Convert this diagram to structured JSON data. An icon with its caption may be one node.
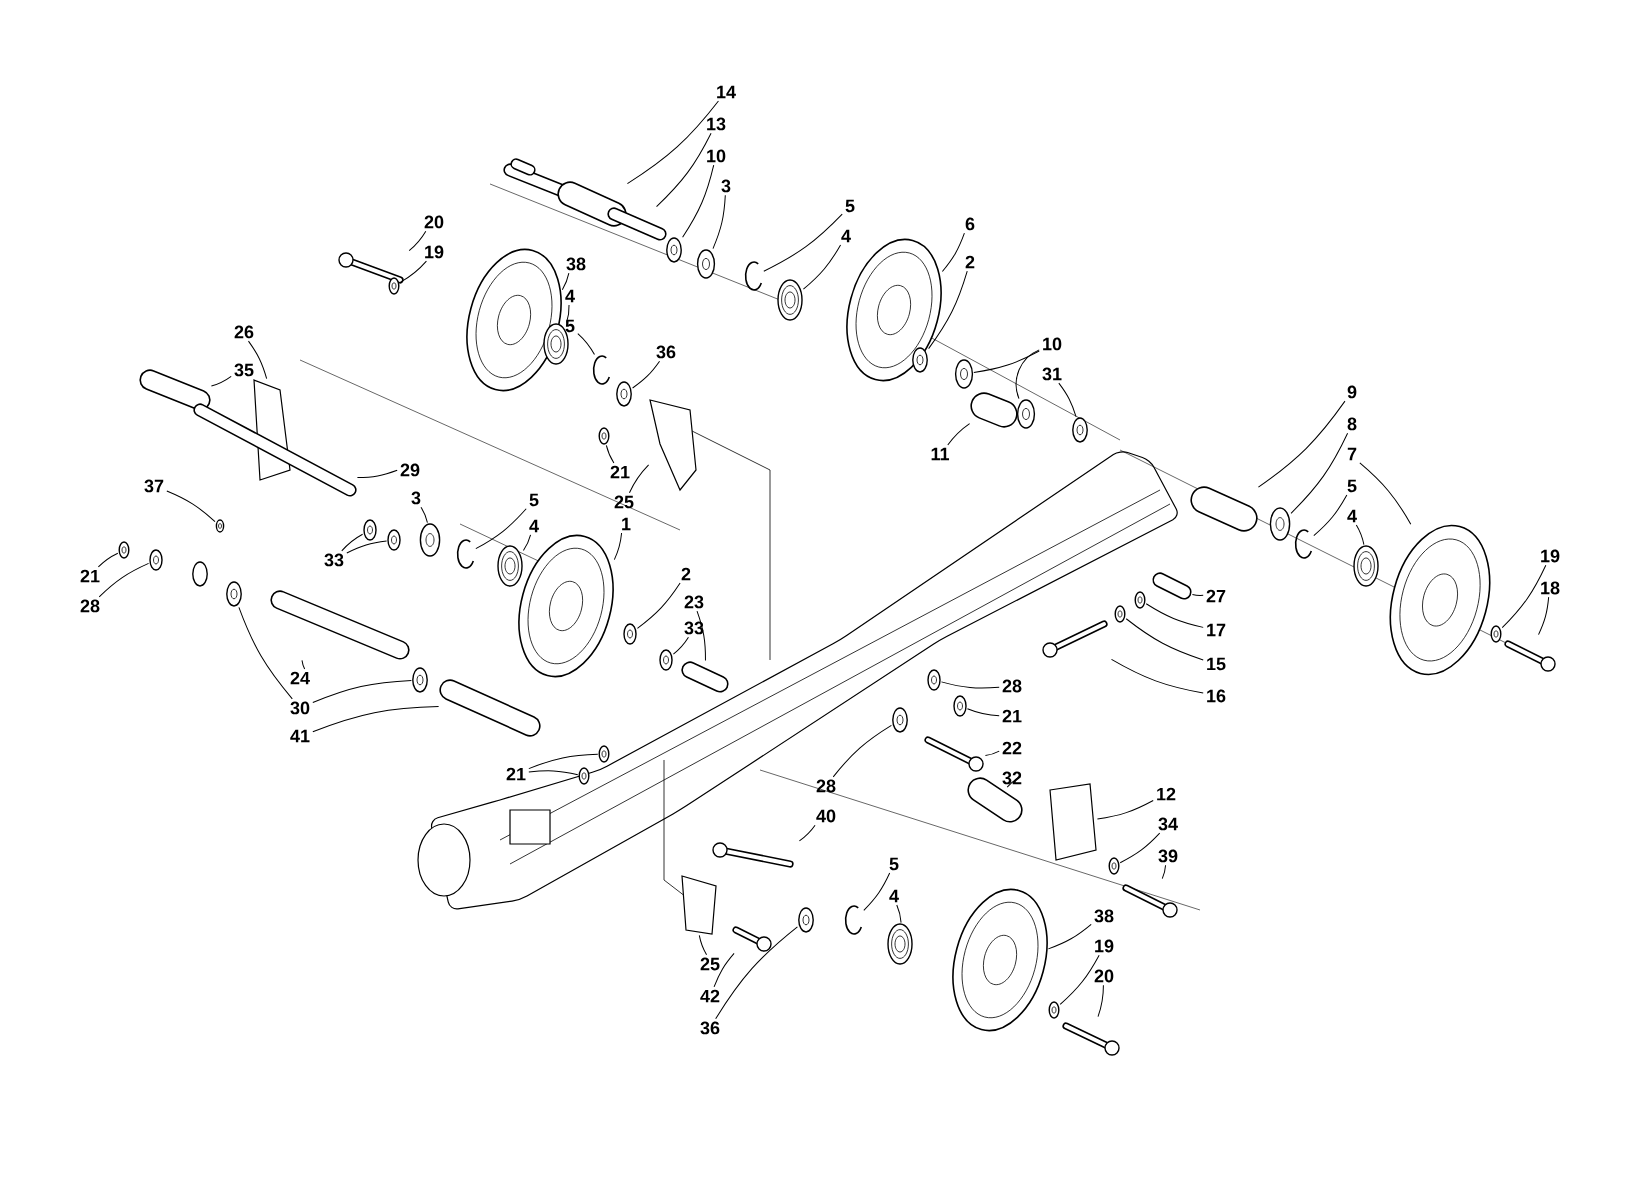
{
  "diagram": {
    "nodes": [
      {
        "text": [
          "14"
        ]
      },
      {
        "text": [
          "13"
        ]
      },
      {
        "text": [
          "10"
        ]
      },
      {
        "text": [
          "3"
        ]
      },
      {
        "text": [
          "5"
        ]
      },
      {
        "text": [
          "4"
        ]
      },
      {
        "text": [
          "6"
        ]
      },
      {
        "text": [
          "20"
        ]
      },
      {
        "text": [
          "19"
        ]
      },
      {
        "text": [
          "2"
        ]
      },
      {
        "text": [
          "38"
        ]
      },
      {
        "text": [
          "4"
        ]
      },
      {
        "text": [
          "5"
        ]
      },
      {
        "text": [
          "26"
        ]
      },
      {
        "text": [
          "10"
        ]
      },
      {
        "text": [
          "36"
        ]
      },
      {
        "text": [
          "35"
        ]
      },
      {
        "text": [
          "31"
        ]
      },
      {
        "text": [
          "9"
        ]
      },
      {
        "text": [
          "8"
        ]
      },
      {
        "text": [
          "11"
        ]
      },
      {
        "text": [
          "7"
        ]
      },
      {
        "text": [
          "29"
        ]
      },
      {
        "text": [
          "37"
        ]
      },
      {
        "text": [
          "5"
        ]
      },
      {
        "text": [
          "3"
        ]
      },
      {
        "text": [
          "5"
        ]
      },
      {
        "text": [
          "4"
        ]
      },
      {
        "text": [
          "4"
        ]
      },
      {
        "text": [
          "1"
        ]
      },
      {
        "text": [
          "33"
        ]
      },
      {
        "text": [
          "21"
        ]
      },
      {
        "text": [
          "21"
        ]
      },
      {
        "text": [
          "2"
        ]
      },
      {
        "text": [
          "19"
        ]
      },
      {
        "text": [
          "18"
        ]
      },
      {
        "text": [
          "25"
        ]
      },
      {
        "text": [
          "27"
        ]
      },
      {
        "text": [
          "23"
        ]
      },
      {
        "text": [
          "28"
        ]
      },
      {
        "text": [
          "33"
        ]
      },
      {
        "text": [
          "17"
        ]
      },
      {
        "text": [
          "15"
        ]
      },
      {
        "text": [
          "24"
        ]
      },
      {
        "text": [
          "28"
        ]
      },
      {
        "text": [
          "16"
        ]
      },
      {
        "text": [
          "30"
        ]
      },
      {
        "text": [
          "21"
        ]
      },
      {
        "text": [
          "41"
        ]
      },
      {
        "text": [
          "22"
        ]
      },
      {
        "text": [
          "21"
        ]
      },
      {
        "text": [
          "32"
        ]
      },
      {
        "text": [
          "28"
        ]
      },
      {
        "text": [
          "12"
        ]
      },
      {
        "text": [
          "40"
        ]
      },
      {
        "text": [
          "34"
        ]
      },
      {
        "text": [
          "39"
        ]
      },
      {
        "text": [
          "5"
        ]
      },
      {
        "text": [
          "4"
        ]
      },
      {
        "text": [
          "38"
        ]
      },
      {
        "text": [
          "19"
        ]
      },
      {
        "text": [
          "25"
        ]
      },
      {
        "text": [
          "20"
        ]
      },
      {
        "text": [
          "42"
        ]
      },
      {
        "text": [
          "36"
        ]
      },
      {
        "text": [],
        "shape": "picture"
      },
      {
        "text": [],
        "shape": "picture"
      },
      {
        "text": [],
        "shape": "picture"
      },
      {
        "text": [],
        "shape": "picture"
      },
      {
        "text": [],
        "shape": "picture"
      },
      {
        "text": [],
        "shape": "picture"
      },
      {
        "text": [],
        "shape": "picture"
      },
      {
        "text": [],
        "shape": "picture"
      },
      {
        "text": [],
        "shape": "picture"
      },
      {
        "text": [],
        "shape": "picture"
      },
      {
        "text": [],
        "shape": "picture"
      },
      {
        "text": [],
        "shape": "picture"
      },
      {
        "text": [],
        "shape": "picture"
      },
      {
        "text": [],
        "shape": "picture"
      },
      {
        "text": [],
        "shape": "picture"
      },
      {
        "text": [],
        "shape": "picture"
      },
      {
        "text": [],
        "shape": "picture"
      },
      {
        "text": [],
        "shape": "picture"
      },
      {
        "text": [],
        "shape": "picture"
      },
      {
        "text": [],
        "shape": "picture"
      },
      {
        "text": [],
        "shape": "picture"
      },
      {
        "text": [],
        "shape": "picture"
      },
      {
        "text": [],
        "shape": "picture"
      },
      {
        "text": [],
        "shape": "picture"
      },
      {
        "text": [],
        "shape": "picture"
      },
      {
        "text": [],
        "shape": "picture"
      },
      {
        "text": [],
        "shape": "picture"
      },
      {
        "text": [],
        "shape": "picture"
      },
      {
        "text": [],
        "shape": "picture"
      },
      {
        "text": [],
        "shape": "picture"
      },
      {
        "text": [],
        "shape": "picture"
      },
      {
        "text": [],
        "shape": "picture"
      },
      {
        "text": [],
        "shape": "picture"
      },
      {
        "text": [],
        "shape": "picture"
      },
      {
        "text": [],
        "shape": "picture"
      },
      {
        "text": [],
        "shape": "picture"
      },
      {
        "text": [],
        "shape": "picture"
      },
      {
        "text": [],
        "shape": "picture"
      },
      {
        "text": [],
        "shape": "picture"
      },
      {
        "text": [],
        "shape": "picture"
      },
      {
        "text": [],
        "shape": "picture"
      },
      {
        "text": [],
        "shape": "picture"
      },
      {
        "text": [],
        "shape": "picture"
      },
      {
        "text": [],
        "shape": "picture"
      },
      {
        "text": [],
        "shape": "picture"
      },
      {
        "text": [],
        "shape": "picture"
      },
      {
        "text": [],
        "shape": "picture"
      },
      {
        "text": [],
        "shape": "picture"
      },
      {
        "text": [],
        "shape": "picture"
      },
      {
        "text": [],
        "shape": "picture"
      },
      {
        "text": [],
        "shape": "picture"
      },
      {
        "text": [],
        "shape": "picture"
      },
      {
        "text": [],
        "shape": "picture"
      },
      {
        "text": [],
        "shape": "picture"
      },
      {
        "text": [],
        "shape": "picture"
      },
      {
        "text": [],
        "shape": "picture"
      },
      {
        "text": [],
        "shape": "picture"
      },
      {
        "text": [],
        "shape": "picture"
      },
      {
        "text": [],
        "shape": "picture"
      },
      {
        "text": [],
        "shape": "picture"
      },
      {
        "text": [],
        "shape": "picture"
      },
      {
        "text": [],
        "shape": "picture"
      },
      {
        "text": [],
        "shape": "picture"
      },
      {
        "text": [],
        "shape": "picture"
      },
      {
        "text": [],
        "shape": "picture"
      },
      {
        "text": [],
        "shape": "picture"
      },
      {
        "text": [],
        "shape": "picture"
      },
      {
        "text": [],
        "shape": "picture"
      },
      {
        "text": [],
        "shape": "picture"
      }
    ],
    "edges": [
      {
        "from": 0,
        "to": 65,
        "arrow": "none"
      },
      {
        "from": 1,
        "to": 66,
        "arrow": "none"
      },
      {
        "from": 2,
        "to": 67,
        "arrow": "none"
      },
      {
        "from": 3,
        "to": 68,
        "arrow": "none"
      },
      {
        "from": 4,
        "to": 69,
        "arrow": "none"
      },
      {
        "from": 5,
        "to": 70,
        "arrow": "none"
      },
      {
        "from": 6,
        "to": 71,
        "arrow": "none"
      },
      {
        "from": 7,
        "to": 72,
        "arrow": "none"
      },
      {
        "from": 8,
        "to": 73,
        "arrow": "none"
      },
      {
        "from": 9,
        "to": 74,
        "arrow": "none"
      },
      {
        "from": 10,
        "to": 75,
        "arrow": "none"
      },
      {
        "from": 11,
        "to": 76,
        "arrow": "none"
      },
      {
        "from": 12,
        "to": 77,
        "arrow": "none"
      },
      {
        "from": 13,
        "to": 78,
        "arrow": "none"
      },
      {
        "from": 14,
        "to": 79,
        "arrow": "none"
      },
      {
        "from": 14,
        "to": 80,
        "arrow": "none"
      },
      {
        "from": 15,
        "to": 81,
        "arrow": "none"
      },
      {
        "from": 16,
        "to": 82,
        "arrow": "none"
      },
      {
        "from": 17,
        "to": 83,
        "arrow": "none"
      },
      {
        "from": 18,
        "to": 84,
        "arrow": "none"
      },
      {
        "from": 19,
        "to": 85,
        "arrow": "none"
      },
      {
        "from": 20,
        "to": 86,
        "arrow": "none"
      },
      {
        "from": 21,
        "to": 87,
        "arrow": "none"
      },
      {
        "from": 22,
        "to": 88,
        "arrow": "none"
      },
      {
        "from": 23,
        "to": 89,
        "arrow": "none"
      },
      {
        "from": 24,
        "to": 90,
        "arrow": "none"
      },
      {
        "from": 25,
        "to": 91,
        "arrow": "none"
      },
      {
        "from": 26,
        "to": 92,
        "arrow": "none"
      },
      {
        "from": 27,
        "to": 93,
        "arrow": "none"
      },
      {
        "from": 28,
        "to": 94,
        "arrow": "none"
      },
      {
        "from": 29,
        "to": 95,
        "arrow": "none"
      },
      {
        "from": 30,
        "to": 96,
        "arrow": "none"
      },
      {
        "from": 30,
        "to": 97,
        "arrow": "none"
      },
      {
        "from": 31,
        "to": 98,
        "arrow": "none"
      },
      {
        "from": 32,
        "to": 99,
        "arrow": "none"
      },
      {
        "from": 33,
        "to": 100,
        "arrow": "none"
      },
      {
        "from": 34,
        "to": 101,
        "arrow": "none"
      },
      {
        "from": 35,
        "to": 102,
        "arrow": "none"
      },
      {
        "from": 36,
        "to": 103,
        "arrow": "none"
      },
      {
        "from": 37,
        "to": 104,
        "arrow": "none"
      },
      {
        "from": 38,
        "to": 105,
        "arrow": "none"
      },
      {
        "from": 39,
        "to": 106,
        "arrow": "none"
      },
      {
        "from": 40,
        "to": 107,
        "arrow": "none"
      },
      {
        "from": 41,
        "to": 108,
        "arrow": "none"
      },
      {
        "from": 42,
        "to": 109,
        "arrow": "none"
      },
      {
        "from": 43,
        "to": 110,
        "arrow": "none"
      },
      {
        "from": 44,
        "to": 111,
        "arrow": "none"
      },
      {
        "from": 45,
        "to": 112,
        "arrow": "none"
      },
      {
        "from": 46,
        "to": 113,
        "arrow": "none"
      },
      {
        "from": 46,
        "to": 114,
        "arrow": "none"
      },
      {
        "from": 47,
        "to": 115,
        "arrow": "none"
      },
      {
        "from": 48,
        "to": 116,
        "arrow": "none"
      },
      {
        "from": 49,
        "to": 117,
        "arrow": "none"
      },
      {
        "from": 50,
        "to": 118,
        "arrow": "none"
      },
      {
        "from": 50,
        "to": 119,
        "arrow": "none"
      },
      {
        "from": 51,
        "to": 120,
        "arrow": "none"
      },
      {
        "from": 52,
        "to": 121,
        "arrow": "none"
      },
      {
        "from": 53,
        "to": 122,
        "arrow": "none"
      },
      {
        "from": 54,
        "to": 123,
        "arrow": "none"
      },
      {
        "from": 55,
        "to": 124,
        "arrow": "none"
      },
      {
        "from": 56,
        "to": 125,
        "arrow": "none"
      },
      {
        "from": 57,
        "to": 126,
        "arrow": "none"
      },
      {
        "from": 58,
        "to": 127,
        "arrow": "none"
      },
      {
        "from": 59,
        "to": 128,
        "arrow": "none"
      },
      {
        "from": 60,
        "to": 129,
        "arrow": "none"
      },
      {
        "from": 61,
        "to": 130,
        "arrow": "none"
      },
      {
        "from": 62,
        "to": 131,
        "arrow": "none"
      },
      {
        "from": 63,
        "to": 132,
        "arrow": "none"
      },
      {
        "from": 64,
        "to": 133,
        "arrow": "none"
      }
    ]
  }
}
